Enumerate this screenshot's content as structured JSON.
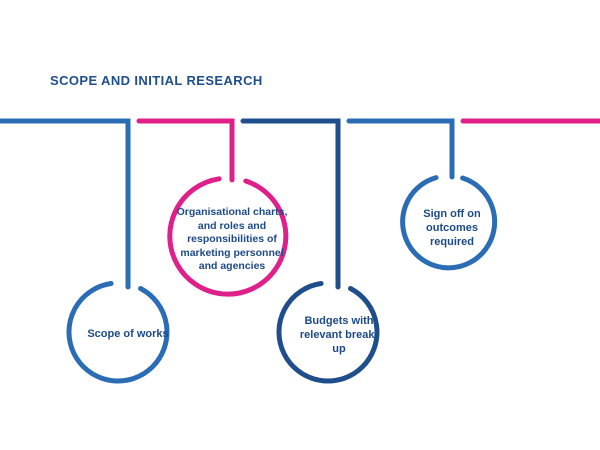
{
  "title": "SCOPE AND INITIAL RESEARCH",
  "colors": {
    "blue": "#2a6db5",
    "magenta": "#e0208a",
    "navy": "#1f4e8c",
    "text": "#1d4a87"
  },
  "nodes": [
    {
      "label": "Scope of works",
      "color": "blue"
    },
    {
      "label": "Organisational charts, and roles and responsibilities of marketing personnel and agencies",
      "color": "magenta"
    },
    {
      "label": "Budgets with relevant break-up",
      "color": "navy"
    },
    {
      "label": "Sign off on outcomes required",
      "color": "blue"
    }
  ]
}
